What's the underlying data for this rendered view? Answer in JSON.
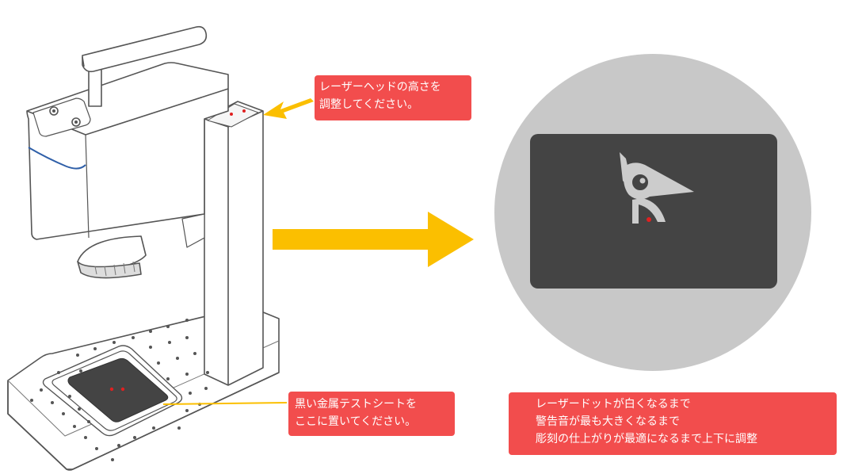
{
  "callouts": {
    "laser_head": {
      "lines": [
        "レーザーヘッドの高さを",
        "調整してください。"
      ]
    },
    "test_sheet": {
      "lines": [
        "黒い金属テストシートを",
        "ここに置いてください。"
      ]
    },
    "adjust_steps": {
      "lines": [
        "レーザードットが白くなるまで",
        "警告音が最も大きくなるまで",
        "彫刻の仕上がりが最適になるまで上下に調整"
      ]
    }
  },
  "colors": {
    "arrow": "#fbbf00",
    "callout": "#f24d4d",
    "line": "#555555",
    "circle": "#c8c8c8",
    "panel": "#444444",
    "laser_dot": "#e02020"
  },
  "icons": {
    "machine": "laser-engraver-illustration",
    "logo": "woodpecker-logo-icon"
  }
}
